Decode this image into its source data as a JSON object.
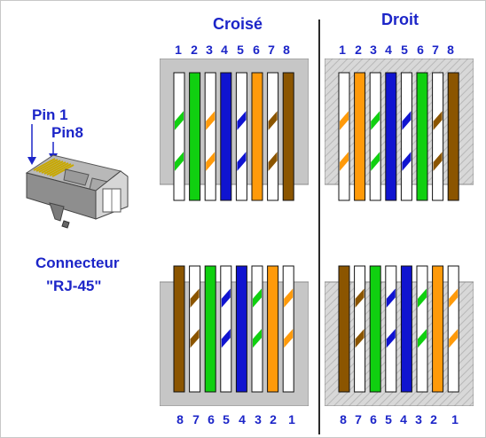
{
  "headers": {
    "crossover": "Croisé",
    "straight": "Droit"
  },
  "plug": {
    "pin1_label": "Pin 1",
    "pin8_label": "Pin8",
    "caption_line1": "Connecteur",
    "caption_line2": "\"RJ-45\""
  },
  "pin_numbers_top": [
    "1",
    "2",
    "3",
    "4",
    "5",
    "6",
    "7",
    "8"
  ],
  "pin_numbers_bottom": [
    "8",
    "7",
    "6",
    "5",
    "4",
    "3",
    "2",
    "1"
  ],
  "colors": {
    "green": "#10d010",
    "orange": "#ff9a0a",
    "blue": "#1014d0",
    "brown": "#8b5500",
    "white": "#ffffff",
    "label_blue": "#1c25c8",
    "housing_crossover": "#c6c6c6",
    "housing_straight": "#d8d8d8"
  },
  "connectors": {
    "crossover_top": {
      "wires": [
        "wh-green",
        "green",
        "wh-orange",
        "blue",
        "wh-blue",
        "orange",
        "wh-brown",
        "brown"
      ]
    },
    "straight_top": {
      "wires": [
        "wh-orange",
        "orange",
        "wh-green",
        "blue",
        "wh-blue",
        "green",
        "wh-brown",
        "brown"
      ]
    },
    "crossover_bottom": {
      "wires": [
        "brown",
        "wh-brown",
        "green",
        "wh-blue",
        "blue",
        "wh-green",
        "orange",
        "wh-orange"
      ]
    },
    "straight_bottom": {
      "wires": [
        "brown",
        "wh-brown",
        "green",
        "wh-blue",
        "blue",
        "wh-green",
        "orange",
        "wh-orange"
      ]
    }
  }
}
